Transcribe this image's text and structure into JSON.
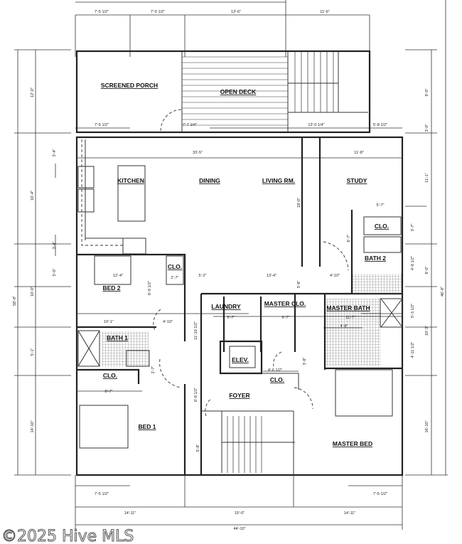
{
  "rooms": {
    "screened_porch": "SCREENED PORCH",
    "open_deck": "OPEN DECK",
    "kitchen": "KITCHEN",
    "dining": "DINING",
    "living": "LIVING RM.",
    "study": "STUDY",
    "study_closet": "CLO.",
    "bath2": "BATH 2",
    "bed2_closet": "CLO.",
    "bed2": "BED 2",
    "laundry": "LAUNDRY",
    "master_closet": "MASTER CLO.",
    "master_bath": "MASTER BATH",
    "bath1": "BATH 1",
    "elevator": "ELEV.",
    "bed1_closet": "CLO.",
    "foyer_closet": "CLO.",
    "foyer": "FOYER",
    "bed1": "BED 1",
    "master_bed": "MASTER BED"
  },
  "dimensions": [
    "7'-5 1/2\"",
    "7'-5 1/2\"",
    "13'-6\"",
    "11'-6\"",
    "7'-5 1/2\"",
    "7'-7 1/4\"",
    "13'-0 1/4\"",
    "5'-8 1/2\"",
    "33'-5\"",
    "11'-8\"",
    "5'-7\"",
    "12'-4\"",
    "2'-7\"",
    "5'-2\"",
    "13'-4\"",
    "4'-10\"",
    "10'-1\"",
    "4'-10\"",
    "5'-7\"",
    "6'-7\"",
    "11'-7\"",
    "4'-8\"",
    "4'-6 1/2\"",
    "8'-7\"",
    "7'-5 1/2\"",
    "7'-5 1/2\"",
    "14'-11\"",
    "15'-0\"",
    "14'-11\"",
    "44'-10\"",
    "12'-0\"",
    "16'-4\"",
    "58'-8\"",
    "3'-4\"",
    "3'-4\"",
    "5'-0\"",
    "10'-0\"",
    "5'-1\"",
    "14'-10\"",
    "6'-9 1/2\"",
    "11'-10 1/2\"",
    "2'-7\"",
    "6'-8 1/2\"",
    "5'-8\"",
    "18'-0\"",
    "3'-8\"",
    "6'-7\"",
    "3'-8\"",
    "9'-0\"",
    "3'-0\"",
    "11'-1\"",
    "3'-7\"",
    "4'-8 1/2\"",
    "8'-0\"",
    "5'-3 1/2\"",
    "4'-11 1/2\"",
    "10'-3\"",
    "46'-8\"",
    "16'-10\""
  ],
  "watermark": "©2025 Hive MLS"
}
